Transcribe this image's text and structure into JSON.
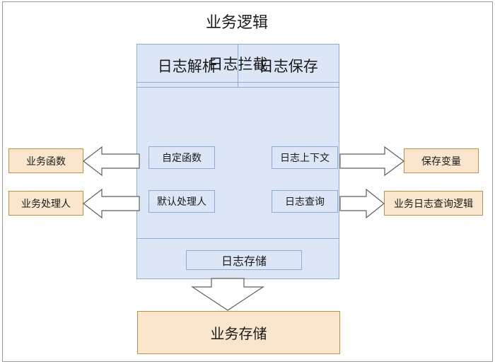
{
  "diagram": {
    "title": "业务逻辑",
    "main_panel": {
      "header": "日志拦截",
      "split_row": {
        "left": "日志解析",
        "right": "日志保存"
      },
      "middle_items": [
        {
          "id": "custom-function",
          "label": "自定函数"
        },
        {
          "id": "log-context",
          "label": "日志上下文"
        },
        {
          "id": "default-handler",
          "label": "默认处理人"
        },
        {
          "id": "log-query",
          "label": "日志查询"
        }
      ],
      "storage_row": {
        "label": "日志存储"
      }
    },
    "left_boxes": [
      {
        "id": "business-function",
        "label": "业务函数"
      },
      {
        "id": "business-handler",
        "label": "业务处理人"
      }
    ],
    "right_boxes": [
      {
        "id": "save-variable",
        "label": "保存变量"
      },
      {
        "id": "business-log-query-logic",
        "label": "业务日志查询逻辑"
      }
    ],
    "bottom_box": {
      "id": "business-storage",
      "label": "业务存储"
    },
    "arrows": [
      {
        "id": "arrow-custom-function-to-business-function",
        "direction": "left"
      },
      {
        "id": "arrow-default-handler-to-business-handler",
        "direction": "left"
      },
      {
        "id": "arrow-log-context-to-save-variable",
        "direction": "right"
      },
      {
        "id": "arrow-log-query-to-business-log-query-logic",
        "direction": "right"
      },
      {
        "id": "arrow-log-storage-to-business-storage",
        "direction": "down"
      }
    ],
    "colors": {
      "panel_fill": "#dce6f7",
      "panel_border": "#8faad4",
      "orange_fill": "#fae5cd",
      "orange_border": "#c59044",
      "arrow_fill": "#ffffff",
      "arrow_border": "#5f5f5f",
      "text": "#1a1a1a",
      "canvas_border": "#9b9b9b"
    }
  }
}
